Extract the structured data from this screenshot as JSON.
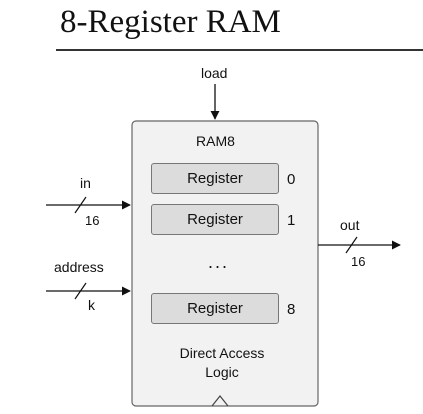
{
  "title": "8-Register RAM",
  "chip": {
    "name": "RAM8",
    "load_label": "load",
    "logic_label_line1": "Direct Access",
    "logic_label_line2": "Logic",
    "ellipsis": "...",
    "registers": [
      {
        "label": "Register",
        "index": "0"
      },
      {
        "label": "Register",
        "index": "1"
      },
      {
        "label": "Register",
        "index": "8"
      }
    ]
  },
  "inputs": [
    {
      "name": "in",
      "width": "16"
    },
    {
      "name": "address",
      "width": "k"
    }
  ],
  "output": {
    "name": "out",
    "width": "16"
  }
}
